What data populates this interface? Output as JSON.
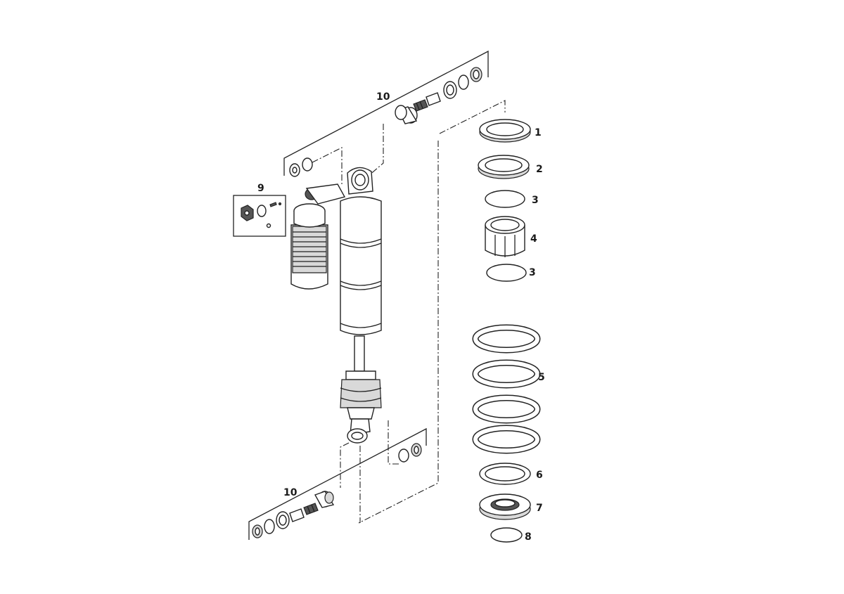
{
  "diagram": {
    "callouts": {
      "c1": "1",
      "c2": "2",
      "c3a": "3",
      "c4": "4",
      "c3b": "3",
      "c5": "5",
      "c6": "6",
      "c7": "7",
      "c8": "8",
      "c9": "9",
      "c10top": "10",
      "c10bottom": "10"
    }
  }
}
